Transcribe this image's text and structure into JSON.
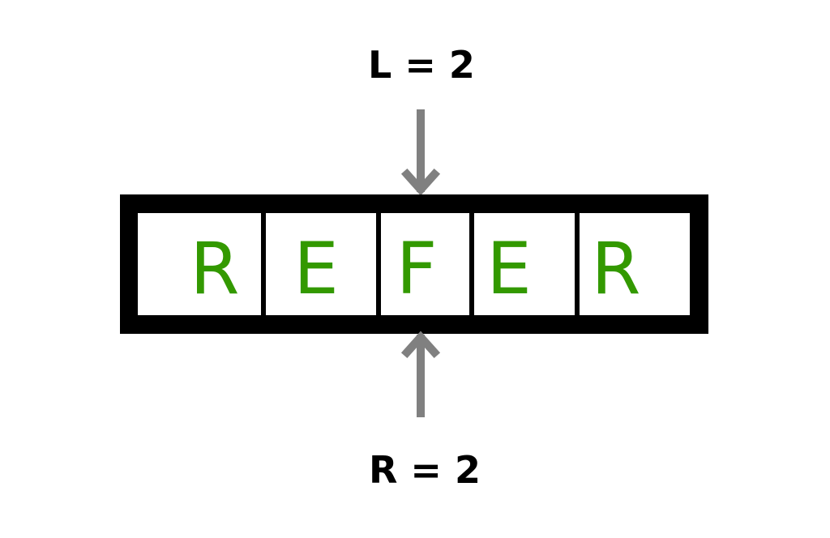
{
  "top_label": "L = 2",
  "bottom_label": "R = 2",
  "cells": [
    "R",
    "E",
    "F",
    "E",
    "R"
  ],
  "colors": {
    "letter": "#339900",
    "arrow": "#808080",
    "border": "#000000"
  }
}
